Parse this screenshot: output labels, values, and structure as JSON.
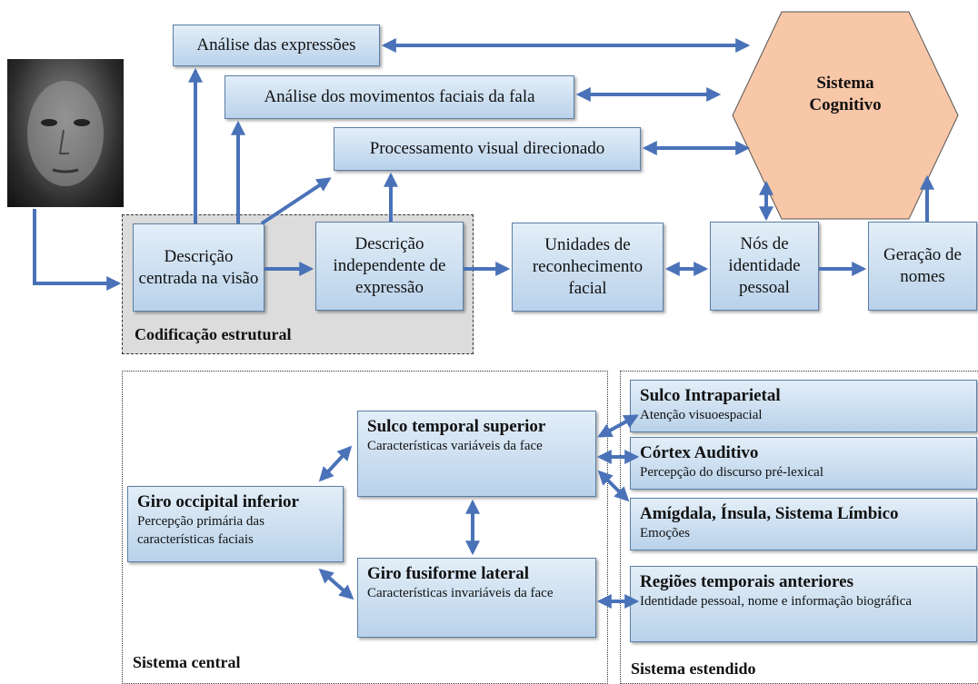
{
  "top": {
    "expression_analysis": "Análise  das expressões",
    "speech_analysis": "Análise  dos movimentos  faciais da fala",
    "directed_visual": "Processamento visual  direcionado",
    "cognitive_system": "Sistema Cognitivo",
    "view_centered": "Descrição centrada na visão",
    "expression_independent": "Descrição independente de expressão",
    "face_recognition_units": "Unidades de reconhecimento facial",
    "person_identity_nodes": "Nós de identidade pessoal",
    "name_generation": "Geração de nomes",
    "structural_encoding": "Codificação estrutural"
  },
  "core": {
    "label": "Sistema central",
    "ofa": {
      "title": "Giro occipital inferior",
      "desc": "Percepção primária  das características  faciais"
    },
    "sts": {
      "title": "Sulco temporal superior",
      "desc": "Características  variáveis  da face"
    },
    "ffa": {
      "title": "Giro fusiforme lateral",
      "desc": "Características  invariáveis  da face"
    }
  },
  "extended": {
    "label": "Sistema estendido",
    "ips": {
      "title": "Sulco Intraparietal",
      "desc": "Atenção visuoespacial"
    },
    "auditory": {
      "title": "Córtex Auditivo",
      "desc": "Percepção do discurso pré-lexical"
    },
    "limbic": {
      "title": "Amígdala, Ínsula, Sistema Límbico",
      "desc": "Emoções"
    },
    "anterior_temporal": {
      "title": "Regiões temporais anteriores",
      "desc": "Identidade pessoal,  nome  e informação biográfica"
    }
  },
  "colors": {
    "arrow": "#4a72b8",
    "hexagon": "#f8c7a8",
    "box_top": "#e3eef8",
    "box_bottom": "#b9d2ea"
  }
}
